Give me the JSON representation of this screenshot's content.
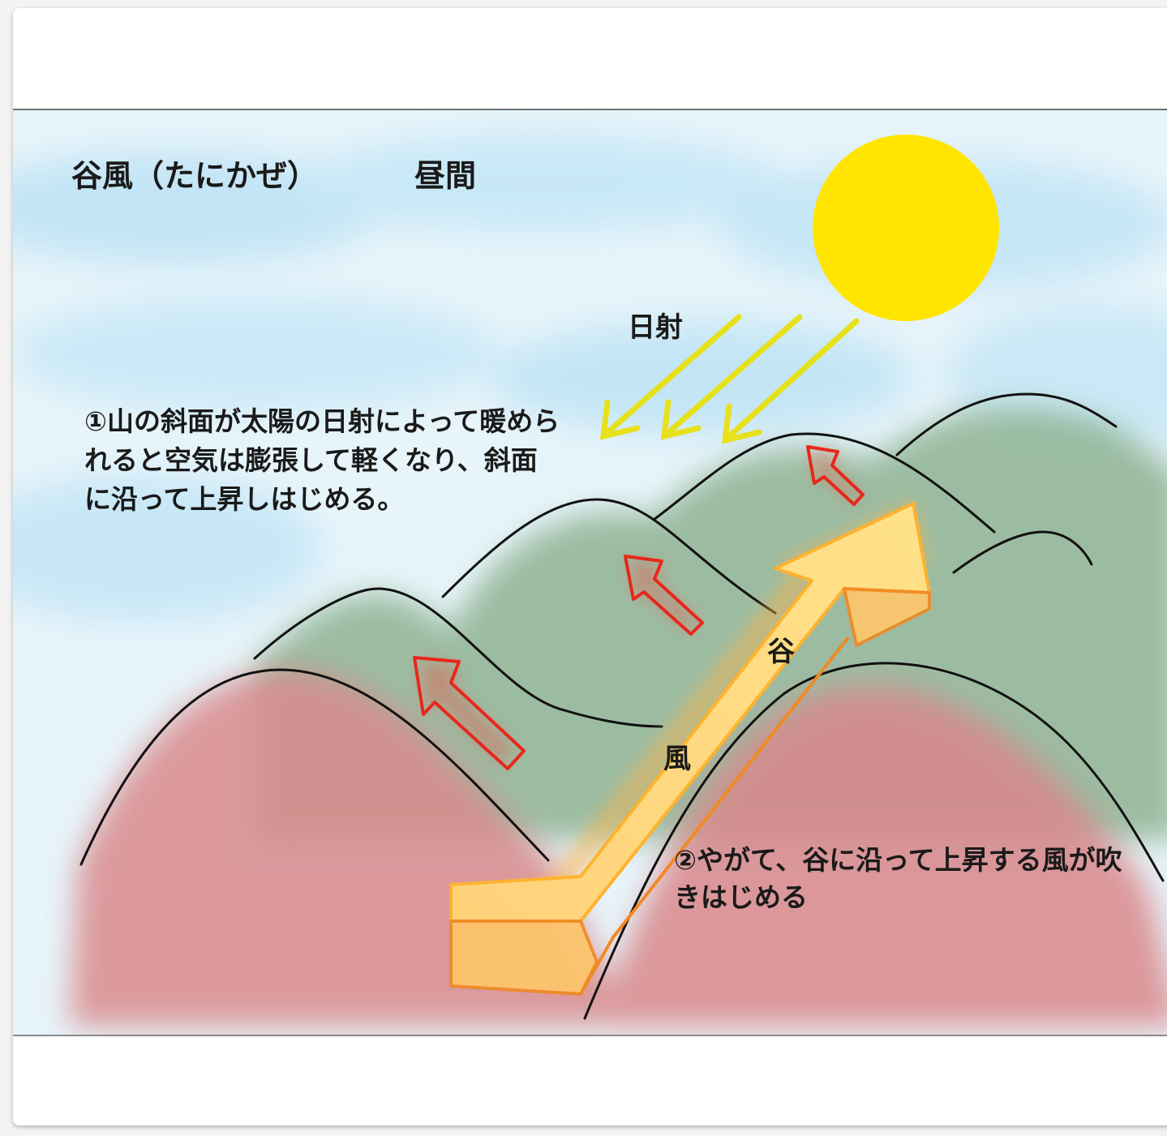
{
  "title": "谷風（たにかぜ）",
  "time_of_day": "昼間",
  "insolation_label": "日射",
  "note_1": "①山の斜面が太陽の日射によって暖められると空気は膨張して軽くなり、斜面に沿って上昇しはじめる。",
  "note_2": "②やがて、谷に沿って上昇する風が吹きはじめる",
  "wind_label": [
    "谷",
    "風"
  ],
  "colors": {
    "sky": "#cfeaf6",
    "sun": "#ffe600",
    "near_mountains": "#d9898a",
    "far_mountains": "#8fb393",
    "upslope_arrows": "#e62b1e",
    "valley_wind_arrow": "#ffd26a",
    "sun_rays": "#e8e20c"
  }
}
